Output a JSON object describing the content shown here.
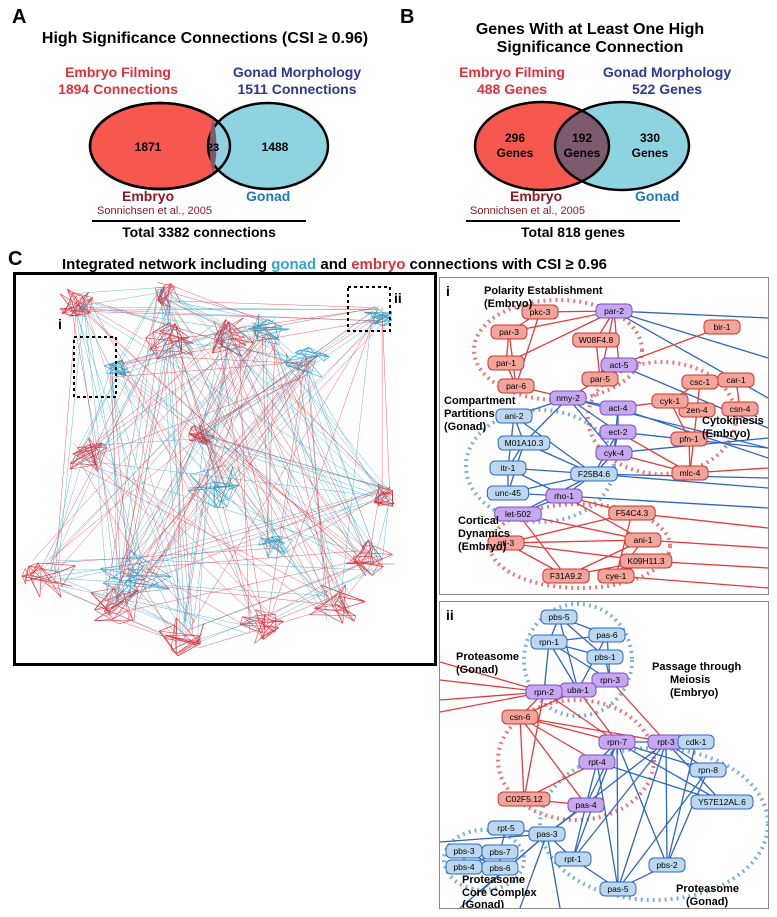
{
  "panel_a": {
    "label": "A",
    "title": "High Significance Connections (CSI ≥ 0.96)",
    "left_title": "Embryo Filming",
    "left_count": "1894 Connections",
    "right_title": "Gonad Morphology",
    "right_count": "1511 Connections",
    "left_only": "1871",
    "overlap": "23",
    "right_only": "1488",
    "left_label": "Embryo",
    "citation": "Sonnichsen et al., 2005",
    "right_label": "Gonad",
    "total": "Total 3382 connections"
  },
  "panel_b": {
    "label": "B",
    "title_line1": "Genes With at Least One High",
    "title_line2": "Significance Connection",
    "left_title": "Embryo Filming",
    "left_count": "488 Genes",
    "right_title": "Gonad Morphology",
    "right_count": "522 Genes",
    "left_only_n": "296",
    "left_only_unit": "Genes",
    "overlap_n": "192",
    "overlap_unit": "Genes",
    "right_only_n": "330",
    "right_only_unit": "Genes",
    "left_label": "Embryo",
    "citation": "Sonnichsen et al., 2005",
    "right_label": "Gonad",
    "total": "Total 818 genes"
  },
  "panel_c": {
    "label": "C",
    "title_pre": "Integrated network including ",
    "title_gonad": "gonad",
    "title_mid": " and ",
    "title_embryo": "embryo",
    "title_post": " connections with CSI ≥ 0.96",
    "inset_i": "i",
    "inset_ii": "ii"
  },
  "panel_i": {
    "label": "i",
    "groups": {
      "polarity": "Polarity Establishment",
      "polarity_sub": "(Embryo)",
      "compartment": "Compartment",
      "compartment_2": "Partitions",
      "compartment_sub": "(Gonad)",
      "cytokinesis": "Cytokinesis",
      "cytokinesis_sub": "(Embryo)",
      "cortical": "Cortical",
      "cortical_2": "Dynamics",
      "cortical_sub": "(Embryo)"
    },
    "nodes": [
      "pkc-3",
      "par-2",
      "par-3",
      "W08F4.8",
      "bir-1",
      "act-5",
      "par-1",
      "csc-1",
      "car-1",
      "par-5",
      "par-6",
      "nmy-2",
      "csn-4",
      "zen-4",
      "cyk-1",
      "act-4",
      "ani-2",
      "ect-2",
      "M01A10.3",
      "pfn-1",
      "cyk-4",
      "itr-1",
      "F25B4.6",
      "mlc-4",
      "unc-45",
      "rho-1",
      "let-502",
      "F54C4.3",
      "ani-1",
      "ntl-3",
      "K09H11.3",
      "F31A9.2",
      "cye-1"
    ]
  },
  "panel_ii": {
    "label": "ii",
    "groups": {
      "proteasome_gonad": "Proteasome",
      "proteasome_gonad_sub": "(Gonad)",
      "meiosis": "Passage through",
      "meiosis_2": "Meiosis",
      "meiosis_sub": "(Embryo)",
      "core": "Proteasome",
      "core_2": "Core Complex",
      "core_sub": "(Gonad)",
      "proteasome2": "Proteasome",
      "proteasome2_sub": "(Gonad)"
    },
    "nodes": [
      "pbs-5",
      "rpn-1",
      "pas-6",
      "pbs-1",
      "rpn-3",
      "uba-1",
      "rpn-2",
      "csn-6",
      "rpn-7",
      "rpt-3",
      "cdk-1",
      "rpt-4",
      "rpn-8",
      "C02F5.12",
      "pas-4",
      "Y57E12AL.6",
      "rpt-5",
      "pas-3",
      "pbs-3",
      "pbs-7",
      "pbs-4",
      "pbs-6",
      "rpt-1",
      "pbs-2",
      "pas-5"
    ]
  },
  "colors": {
    "embryo_red": "#e1303a",
    "gonad_cyan": "#2fa6cc",
    "venn_red": "#f6584f",
    "venn_cyan": "#8ed4e0",
    "venn_overlap": "#7d5a6e",
    "node_red": "#f3a49b",
    "node_blue": "#bcd8f0",
    "node_purple": "#c6a8f0"
  }
}
